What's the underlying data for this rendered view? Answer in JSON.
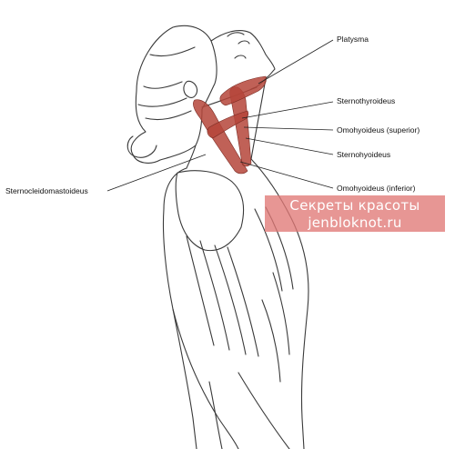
{
  "labels": {
    "platysma": "Platysma",
    "sternothyroideus": "Sternothyroideus",
    "omohyoideus_superior": "Omohyoideus (superior)",
    "sternohyoideus": "Sternohyoideus",
    "omohyoideus_inferior": "Omohyoideus (inferior)",
    "sternocleidomastoideus": "Sternocleidomastoideus"
  },
  "watermark": {
    "line1": "Секреты красоты",
    "line2": "jenbloknot.ru"
  },
  "colors": {
    "muscle_red": "#b5453a",
    "ink": "#3a3a3a",
    "watermark_bg": "#e07876"
  }
}
